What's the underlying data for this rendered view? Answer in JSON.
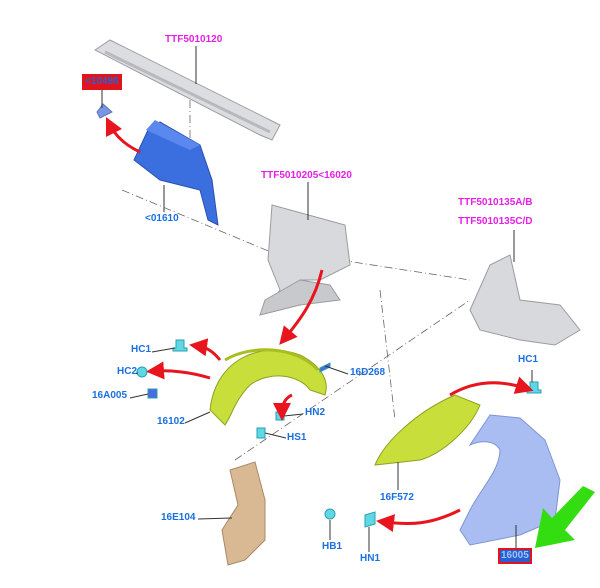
{
  "title": "Front fender and wheelhouse parts diagram",
  "labels": {
    "cowl_panel": "TTF5010120",
    "bracket_10498": "<10498",
    "apron_01610": "<01610",
    "panel_16020": "TTF5010205<16020",
    "reinf_ab": "TTF5010135A/B",
    "reinf_cd": "TTF5010135C/D",
    "hc1_left": "HC1",
    "hc2": "HC2",
    "clip_16a005": "16A005",
    "liner_16102": "16102",
    "clip_16d268": "16D268",
    "hn2": "HN2",
    "hs1": "HS1",
    "hc1_right": "HC1",
    "shield_16f572": "16F572",
    "bracket_16e104": "16E104",
    "hb1": "HB1",
    "hn1": "HN1",
    "fender_16005": "16005"
  },
  "colors": {
    "magenta": "#e61ee6",
    "blue_label": "#1a6fe0",
    "highlight_red": "#e0141e",
    "arrow_red": "#e8141e",
    "pointer_green": "#33dd11",
    "liner_green": "#c8de3a",
    "apron_blue": "#3b6fe0",
    "fender_blue": "#a9bdf2"
  }
}
